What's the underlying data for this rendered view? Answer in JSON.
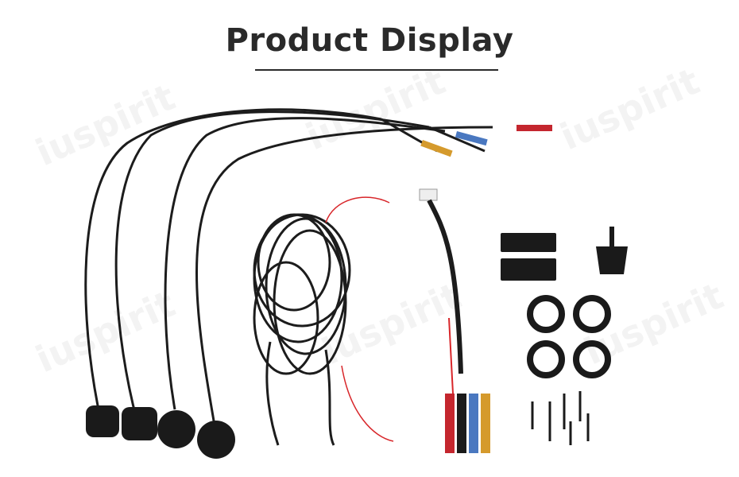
{
  "header": {
    "title": "Product Display"
  },
  "watermark": {
    "text": "iuspirit"
  },
  "product": {
    "items": [
      "camera",
      "camera",
      "camera",
      "camera",
      "extension-cable-coil",
      "connector-harness",
      "mounting-bracket",
      "mounting-bracket",
      "drill-bit",
      "o-ring",
      "o-ring",
      "o-ring",
      "o-ring",
      "screws"
    ],
    "colors": {
      "cable": "#1c1c1c",
      "red": "#c4262e",
      "blue": "#4a78c0",
      "yellow": "#d59a2c",
      "red_wire": "#d8262a"
    }
  }
}
